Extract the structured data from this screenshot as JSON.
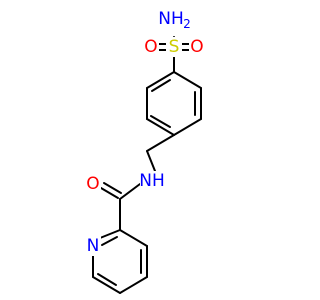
{
  "molecule": {
    "atoms": [
      {
        "id": "nh2",
        "label": "NH",
        "subscript": "2",
        "element": "N",
        "color": "#0000ff"
      },
      {
        "id": "s",
        "label": "S",
        "element": "S",
        "color": "#cccc00"
      },
      {
        "id": "o1",
        "label": "O",
        "element": "O",
        "color": "#ff0000"
      },
      {
        "id": "o2",
        "label": "O",
        "element": "O",
        "color": "#ff0000"
      },
      {
        "id": "nh",
        "label": "NH",
        "element": "N",
        "color": "#0000ff"
      },
      {
        "id": "o3",
        "label": "O",
        "element": "O",
        "color": "#ff0000"
      },
      {
        "id": "npy",
        "label": "N",
        "element": "N",
        "color": "#0000ff"
      }
    ]
  }
}
